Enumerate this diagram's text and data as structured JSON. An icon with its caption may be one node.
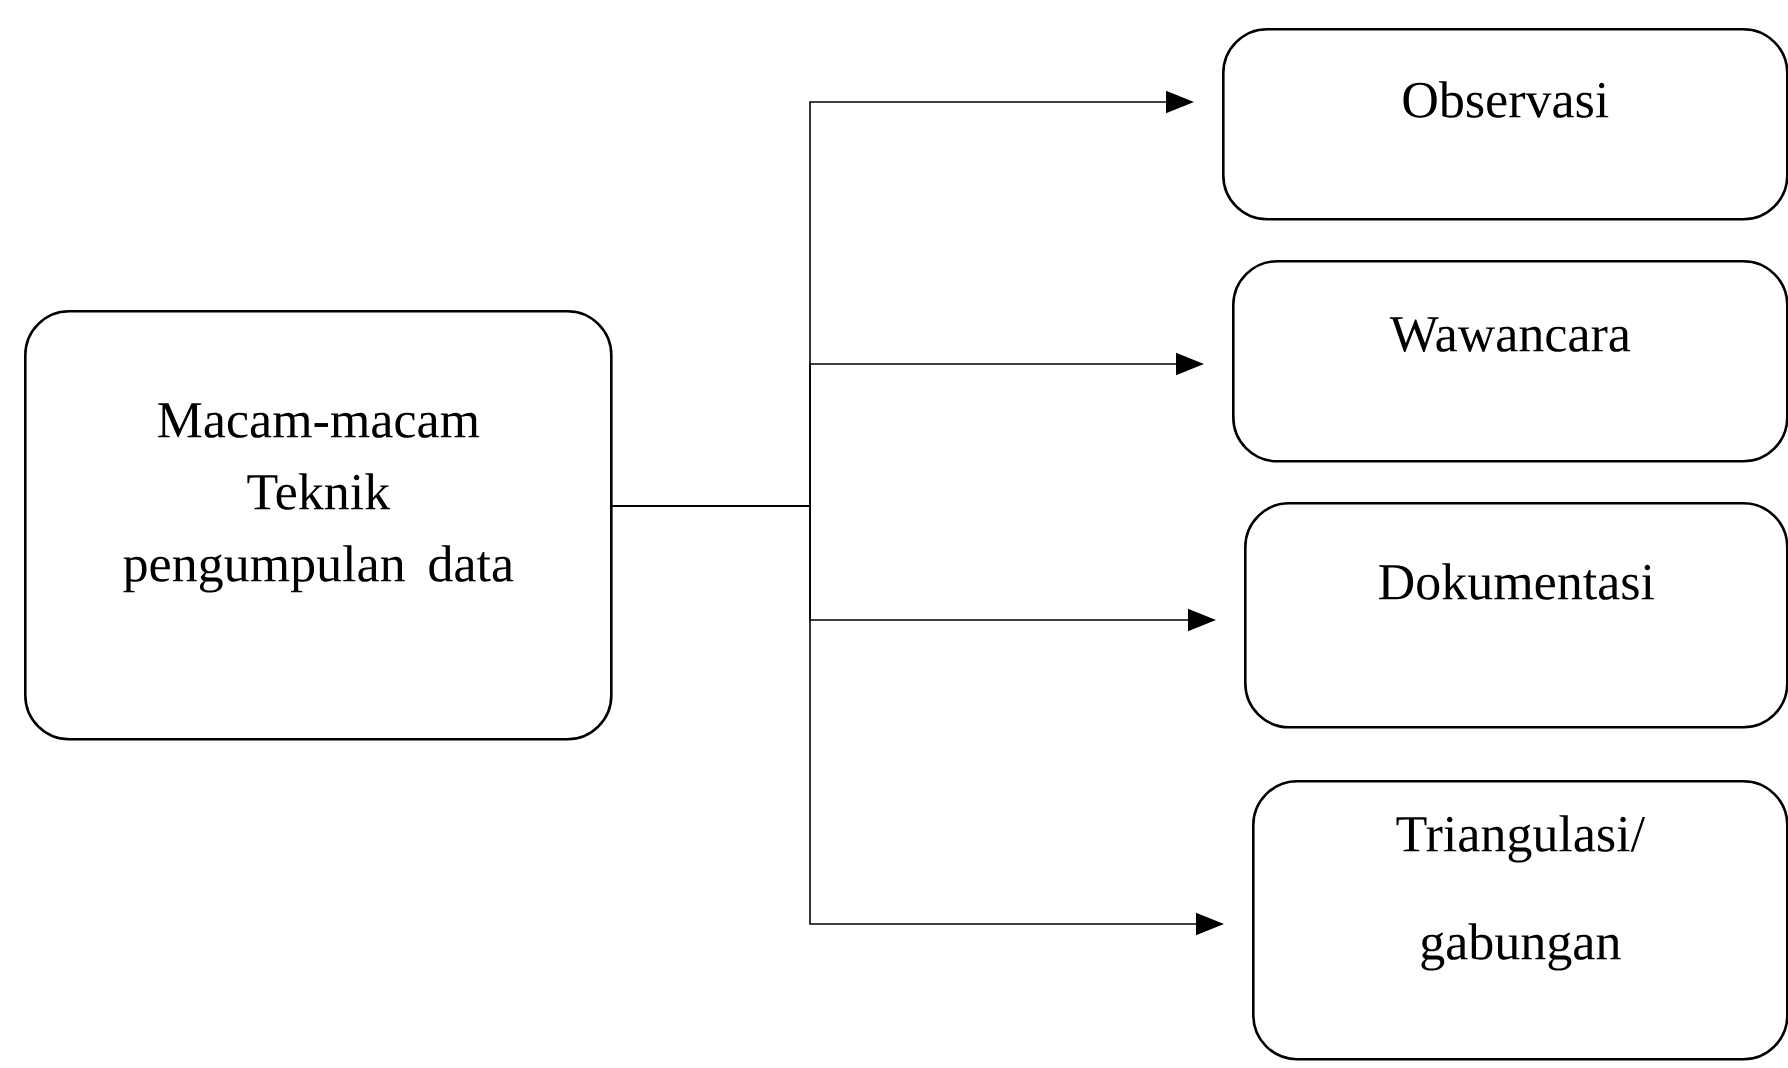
{
  "diagram": {
    "nodes": [
      {
        "text": [
          "Macam-macam Teknik pengumpulan data"
        ]
      },
      {
        "text": [
          "Observasi"
        ]
      },
      {
        "text": [
          "Wawancara"
        ]
      },
      {
        "text": [
          "Dokumentasi"
        ]
      },
      {
        "text": [
          "Triangulasi/ gabungan"
        ]
      }
    ],
    "edges": [
      {
        "from": 0,
        "to": 1,
        "arrow": "to"
      },
      {
        "from": 0,
        "to": 2,
        "arrow": "to"
      },
      {
        "from": 0,
        "to": 3,
        "arrow": "to"
      },
      {
        "from": 0,
        "to": 4,
        "arrow": "to"
      }
    ]
  }
}
